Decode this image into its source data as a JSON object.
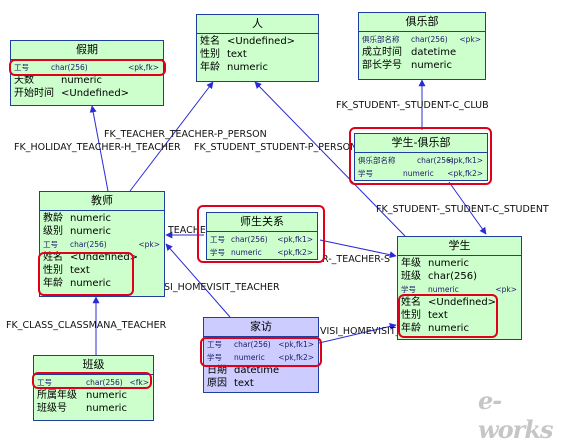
{
  "entities": {
    "holiday": {
      "title": "假期",
      "rows": [
        {
          "name": "工号",
          "type": "char(256)",
          "key": "<pk,fk>"
        },
        {
          "name": "天数",
          "type": "numeric",
          "key": ""
        },
        {
          "name": "开始时间",
          "type": "<Undefined>",
          "key": ""
        }
      ]
    },
    "person": {
      "title": "人",
      "rows": [
        {
          "name": "姓名",
          "type": "<Undefined>",
          "key": ""
        },
        {
          "name": "性别",
          "type": "text",
          "key": ""
        },
        {
          "name": "年龄",
          "type": "numeric",
          "key": ""
        }
      ]
    },
    "club": {
      "title": "俱乐部",
      "rows": [
        {
          "name": "俱乐部名称",
          "type": "char(256)",
          "key": "<pk>"
        },
        {
          "name": "成立时间",
          "type": "datetime",
          "key": ""
        },
        {
          "name": "部长学号",
          "type": "numeric",
          "key": ""
        }
      ]
    },
    "student_club": {
      "title": "学生-俱乐部",
      "rows": [
        {
          "name": "俱乐部名称",
          "type": "char(256)",
          "key": "<pk,fk1>"
        },
        {
          "name": "学号",
          "type": "numeric",
          "key": "<pk,fk2>"
        }
      ]
    },
    "teacher": {
      "title": "教师",
      "rows": [
        {
          "name": "教龄",
          "type": "numeric",
          "key": ""
        },
        {
          "name": "级别",
          "type": "numeric",
          "key": ""
        },
        {
          "name": "工号",
          "type": "char(256)",
          "key": "<pk>"
        },
        {
          "name": "姓名",
          "type": "<Undefined>",
          "key": ""
        },
        {
          "name": "性别",
          "type": "text",
          "key": ""
        },
        {
          "name": "年龄",
          "type": "numeric",
          "key": ""
        }
      ]
    },
    "teacher_student": {
      "title": "师生关系",
      "rows": [
        {
          "name": "工号",
          "type": "char(256)",
          "key": "<pk,fk1>"
        },
        {
          "name": "学号",
          "type": "numeric",
          "key": "<pk,fk2>"
        }
      ]
    },
    "student": {
      "title": "学生",
      "rows": [
        {
          "name": "年级",
          "type": "numeric",
          "key": ""
        },
        {
          "name": "班级",
          "type": "char(256)",
          "key": ""
        },
        {
          "name": "学号",
          "type": "numeric",
          "key": "<pk>"
        },
        {
          "name": "姓名",
          "type": "<Undefined>",
          "key": ""
        },
        {
          "name": "性别",
          "type": "text",
          "key": ""
        },
        {
          "name": "年龄",
          "type": "numeric",
          "key": ""
        }
      ]
    },
    "homevisit": {
      "title": "家访",
      "rows": [
        {
          "name": "工号",
          "type": "char(256)",
          "key": "<pk,fk1>"
        },
        {
          "name": "学号",
          "type": "numeric",
          "key": "<pk,fk2>"
        },
        {
          "name": "日期",
          "type": "datetime",
          "key": ""
        },
        {
          "name": "原因",
          "type": "text",
          "key": ""
        }
      ]
    },
    "class": {
      "title": "班级",
      "rows": [
        {
          "name": "工号",
          "type": "char(256)",
          "key": "<fk>"
        },
        {
          "name": "所属年级",
          "type": "numeric",
          "key": ""
        },
        {
          "name": "班级号",
          "type": "numeric",
          "key": ""
        }
      ]
    }
  },
  "relationships": {
    "teacher_person": "FK_TEACHER_TEACHER-P_PERSON",
    "holiday_teacher": "FK_HOLIDAY_TEACHER-H_TEACHER",
    "student_person": "FK_STUDENT_STUDENT-P_PERSON",
    "student_club_club": "FK_STUDENT-_STUDENT-C_CLUB",
    "student_club_student": "FK_STUDENT-_STUDENT-C_STUDENT",
    "ts_teacher": "TEACHE",
    "ts_student": "R-_TEACHER-S",
    "homevisit_teacher": "SI_HOMEVISIT_TEACHER",
    "homevisit_student": "VISI_HOMEVISIT_",
    "class_teacher": "FK_CLASS_CLASSMANA_TEACHER"
  },
  "watermark": "e-works",
  "colors": {
    "entity_fill": "#ccffcc",
    "entity_fill_alt": "#ccccff",
    "entity_border": "#1f3f9f",
    "connector": "#2b2bd6",
    "highlight": "#e0001b"
  }
}
